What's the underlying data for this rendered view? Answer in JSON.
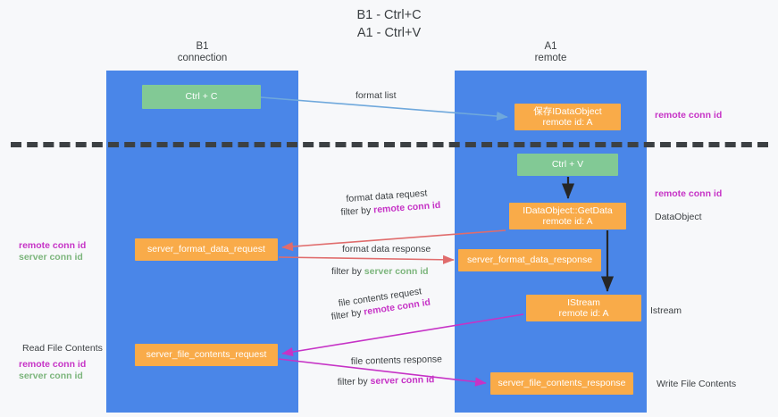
{
  "title": "B1 - Ctrl+C\nA1 - Ctrl+V",
  "columns": {
    "left": "B1\nconnection",
    "right": "A1\nremote"
  },
  "colors": {
    "lane": "#4a86e8",
    "green_node": "#82c995",
    "orange_node": "#f9ab49",
    "remote_conn_id": "#c633c6",
    "server_conn_id": "#7cb57c",
    "divider": "#3c4043",
    "arrow_blue": "#6fa8dc",
    "arrow_red": "#e06c6c",
    "arrow_magenta": "#c633c6",
    "arrow_dark": "#262626"
  },
  "nodes": {
    "ctrl_c": "Ctrl + C",
    "save_dataobject": "保存IDataObject\nremote id: A",
    "ctrl_v": "Ctrl + V",
    "getdata": "IDataObject::GetData\nremote id: A",
    "server_format_data_request": "server_format_data_request",
    "server_format_data_response": "server_format_data_response",
    "istream": "IStream\nremote id: A",
    "server_file_contents_request": "server_file_contents_request",
    "server_file_contents_response": "server_file_contents_response"
  },
  "edges": {
    "format_list": "format list",
    "format_data_request": "format data request",
    "format_data_request_filter_prefix": "filter by ",
    "format_data_request_filter_key": "remote conn id",
    "format_data_response": "format data response",
    "format_data_response_filter_prefix": "filter by ",
    "format_data_response_filter_key": "server conn id",
    "file_contents_request": "file contents request",
    "file_contents_request_filter_prefix": "filter by ",
    "file_contents_request_filter_key": "remote conn id",
    "file_contents_response": "file contents response",
    "file_contents_response_filter_prefix": "filter by ",
    "file_contents_response_filter_key": "server conn id"
  },
  "side_labels": {
    "right_remote_conn_id_top": "remote conn id",
    "right_remote_conn_id_mid": "remote conn id",
    "right_dataobject": "DataObject",
    "right_istream": "Istream",
    "right_write_file_contents": "Write File Contents",
    "left_remote_conn_id": "remote conn id",
    "left_server_conn_id": "server conn id",
    "left_read_file_contents": "Read File Contents",
    "left_remote_conn_id_2": "remote conn id",
    "left_server_conn_id_2": "server conn id"
  }
}
